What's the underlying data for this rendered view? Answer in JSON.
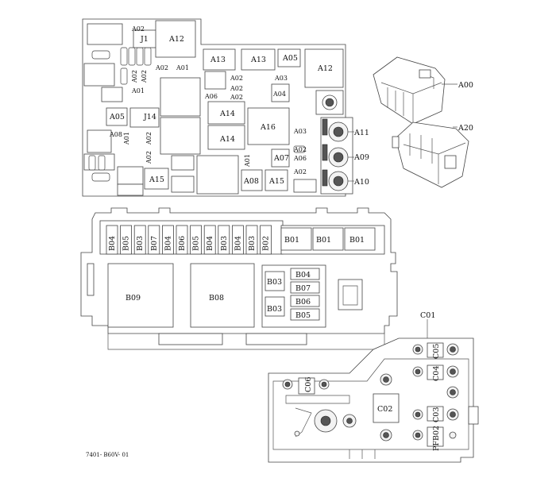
{
  "diagram": {
    "top_box_labels": {
      "A02_top": "A02",
      "J1": "J1",
      "A12_left": "A12",
      "A13_a": "A13",
      "A13_b": "A13",
      "A05_top": "A05",
      "A12_right": "A12",
      "A02_r1a": "A02",
      "A02_r1b": "A02",
      "A01_r1": "A01",
      "A02_r2": "A02",
      "A03_r2": "A03",
      "A02_r3a": "A02",
      "A02_r3b": "A02",
      "A06_r3": "A06",
      "A04": "A04",
      "A01_r4": "A01",
      "A05_left": "A05",
      "J14": "J14",
      "A14_a": "A14",
      "A16": "A16",
      "A08": "A08",
      "A01_vert": "A01",
      "A02_vert_a": "A02",
      "A03_right": "A03",
      "A11": "A11",
      "A14_b": "A14",
      "A02_right_a": "A02",
      "A07": "A07",
      "A06_right": "A06",
      "A09": "A09",
      "A02_vert_b": "A02",
      "A01_vert_b": "A01",
      "A02_right_b": "A02",
      "A15_a": "A15",
      "A08_b": "A08",
      "A15_b": "A15",
      "A10": "A10"
    },
    "module_labels": {
      "A00": "A00",
      "A20": "A20"
    },
    "middle_fuses": [
      "B04",
      "B05",
      "B03",
      "B07",
      "B04",
      "B06",
      "B05",
      "B04",
      "B03",
      "B04",
      "B03",
      "B02"
    ],
    "middle_labels": {
      "B01_a": "B01",
      "B01_b": "B01",
      "B01_c": "B01",
      "B09": "B09",
      "B08": "B08",
      "B03_a": "B03",
      "B03_b": "B03",
      "B04_s": "B04",
      "B07_s": "B07",
      "B06_s": "B06",
      "B05_s": "B05"
    },
    "bottom_labels": {
      "C01": "C01",
      "C05": "C05",
      "C04": "C04",
      "C06": "C06",
      "C02": "C02",
      "C03": "C03",
      "PFB02": "PFB02"
    },
    "figure_code": "7401- B60V- 01"
  }
}
